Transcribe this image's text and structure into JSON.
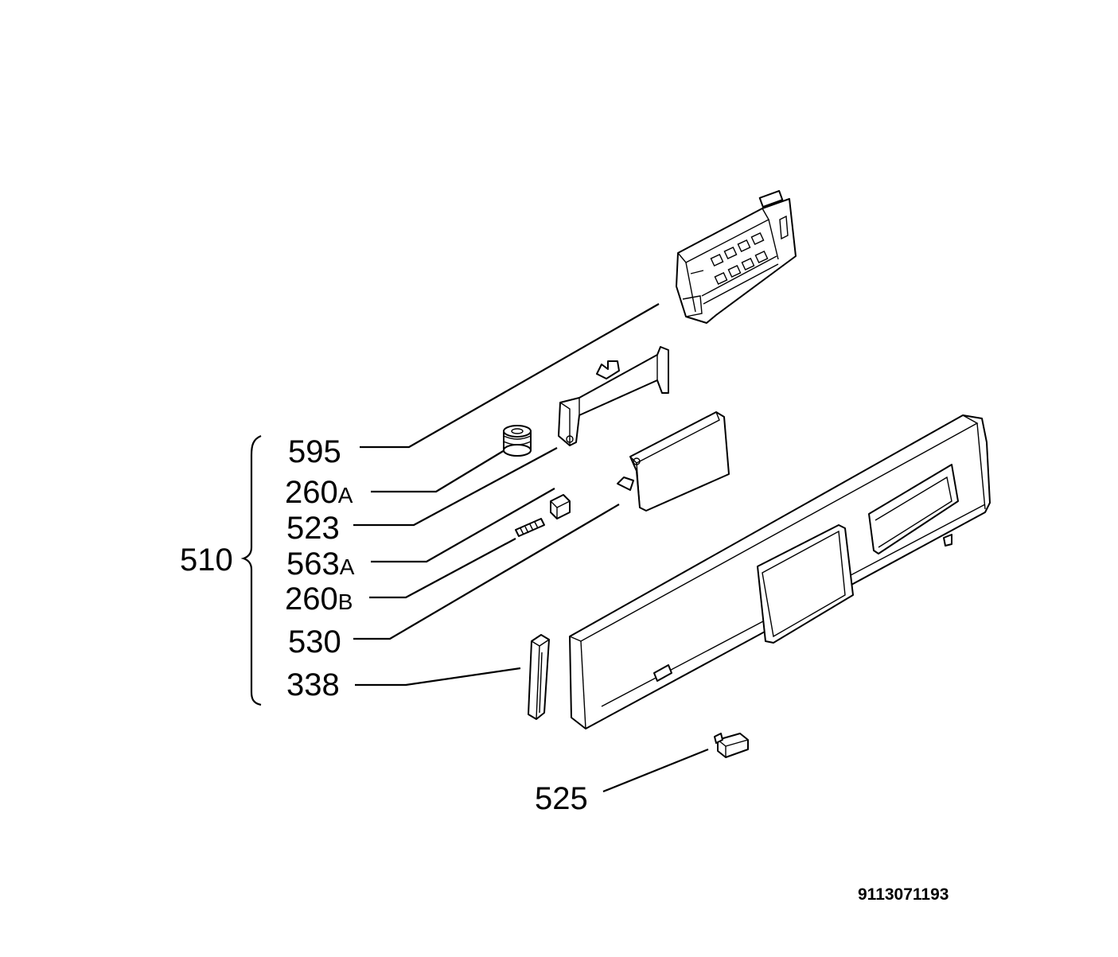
{
  "labels": {
    "l595": "595",
    "l260a_num": "260",
    "l260a_suffix": "A",
    "l523": "523",
    "l563a_num": "563",
    "l563a_suffix": "A",
    "l260b_num": "260",
    "l260b_suffix": "B",
    "l530": "530",
    "l338": "338",
    "l510": "510",
    "l525": "525"
  },
  "diagram_code": "9113071193"
}
